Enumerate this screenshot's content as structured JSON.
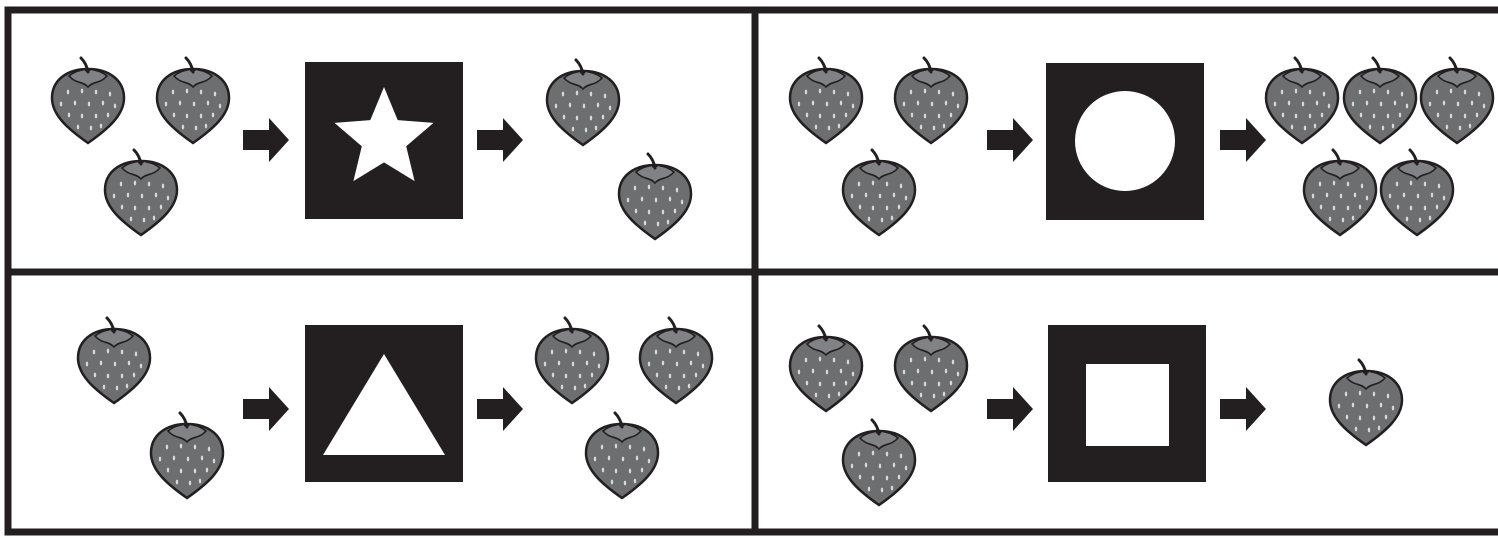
{
  "colors": {
    "background": "#ffffff",
    "border": "#231f20",
    "box_fill": "#231f20",
    "symbol_fill": "#ffffff",
    "berry_body": "#6d6e70",
    "berry_outline": "#231f20",
    "berry_leaf": "#808285",
    "berry_seed": "#d9d9d9"
  },
  "panels": [
    {
      "symbol": "star",
      "input_count": 3,
      "output_count": 2
    },
    {
      "symbol": "circle",
      "input_count": 3,
      "output_count": 5
    },
    {
      "symbol": "triangle",
      "input_count": 2,
      "output_count": 3
    },
    {
      "symbol": "square",
      "input_count": 3,
      "output_count": 1
    }
  ]
}
